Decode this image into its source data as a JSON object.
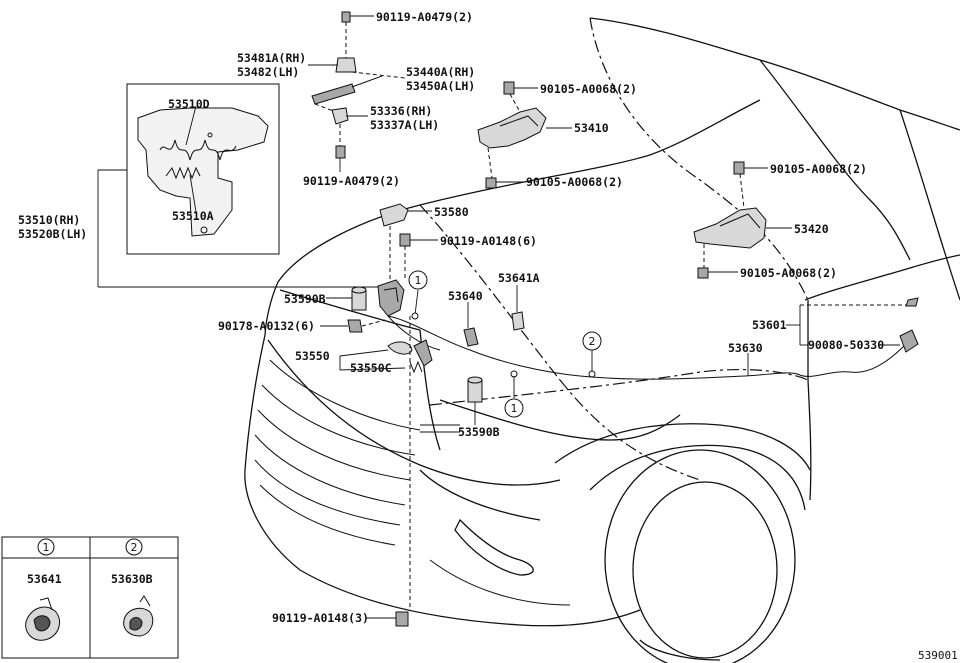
{
  "diagram_code": "539001",
  "labels": {
    "p90119_a0479_top": "90119-A0479(2)",
    "p53481a": "53481A(RH)",
    "p53482": "53482(LH)",
    "p53440a": "53440A(RH)",
    "p53450a": "53450A(LH)",
    "p53336": "53336(RH)",
    "p53337a": "53337A(LH)",
    "p90119_a0479_bot": "90119-A0479(2)",
    "p90105_a0068_a": "90105-A0068(2)",
    "p53410": "53410",
    "p90105_a0068_b": "90105-A0068(2)",
    "p90105_a0068_c": "90105-A0068(2)",
    "p53420": "53420",
    "p90105_a0068_d": "90105-A0068(2)",
    "p53510d": "53510D",
    "p53510a": "53510A",
    "p53510rh": "53510(RH)",
    "p53520b": "53520B(LH)",
    "p53580": "53580",
    "p90119_a0148_6": "90119-A0148(6)",
    "p53590b_a": "53590B",
    "p90178_a0132": "90178-A0132(6)",
    "p53640": "53640",
    "p53641a": "53641A",
    "p53601": "53601",
    "p90080_50330": "90080-50330",
    "p53630": "53630",
    "p53550": "53550",
    "p53550c": "53550C",
    "p53590b_b": "53590B",
    "p90119_a0148_3": "90119-A0148(3)"
  },
  "markers": {
    "one": "1",
    "two": "2"
  },
  "inset": {
    "col1_marker": "1",
    "col1_part": "53641",
    "col2_marker": "2",
    "col2_part": "53630B"
  }
}
